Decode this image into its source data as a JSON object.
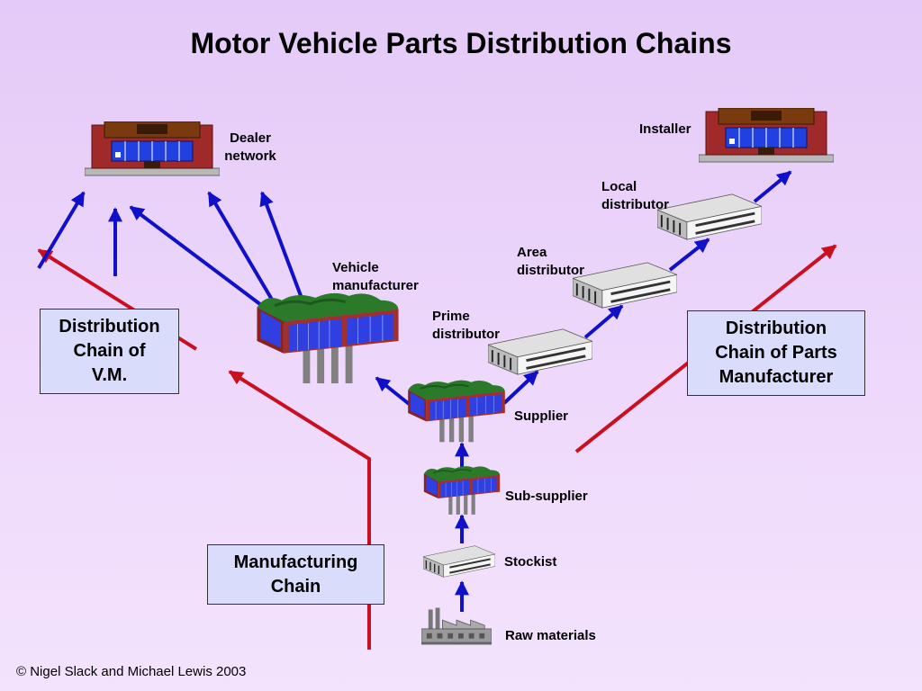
{
  "title": "Motor Vehicle Parts Distribution Chains",
  "nodes": {
    "dealer_network": [
      "Dealer",
      "network"
    ],
    "installer": "Installer",
    "local_distributor": [
      "Local",
      "distributor"
    ],
    "area_distributor": [
      "Area",
      "distributor"
    ],
    "prime_distributor": [
      "Prime",
      "distributor"
    ],
    "vehicle_manufacturer": [
      "Vehicle",
      "manufacturer"
    ],
    "supplier": "Supplier",
    "sub_supplier": "Sub-supplier",
    "stockist": "Stockist",
    "raw_materials": "Raw materials"
  },
  "boxes": {
    "distribution_vm": [
      "Distribution",
      "Chain of",
      "V.M."
    ],
    "distribution_parts": [
      "Distribution",
      "Chain of Parts",
      "Manufacturer"
    ],
    "manufacturing_chain": [
      "Manufacturing",
      "Chain"
    ]
  },
  "colors": {
    "flow_arrow": "#1010c8",
    "chain_arrow": "#c81020",
    "box_fill": "#d9dcfa",
    "background": "#ecd6fa"
  },
  "footer": "© Nigel Slack and Michael Lewis 2003"
}
